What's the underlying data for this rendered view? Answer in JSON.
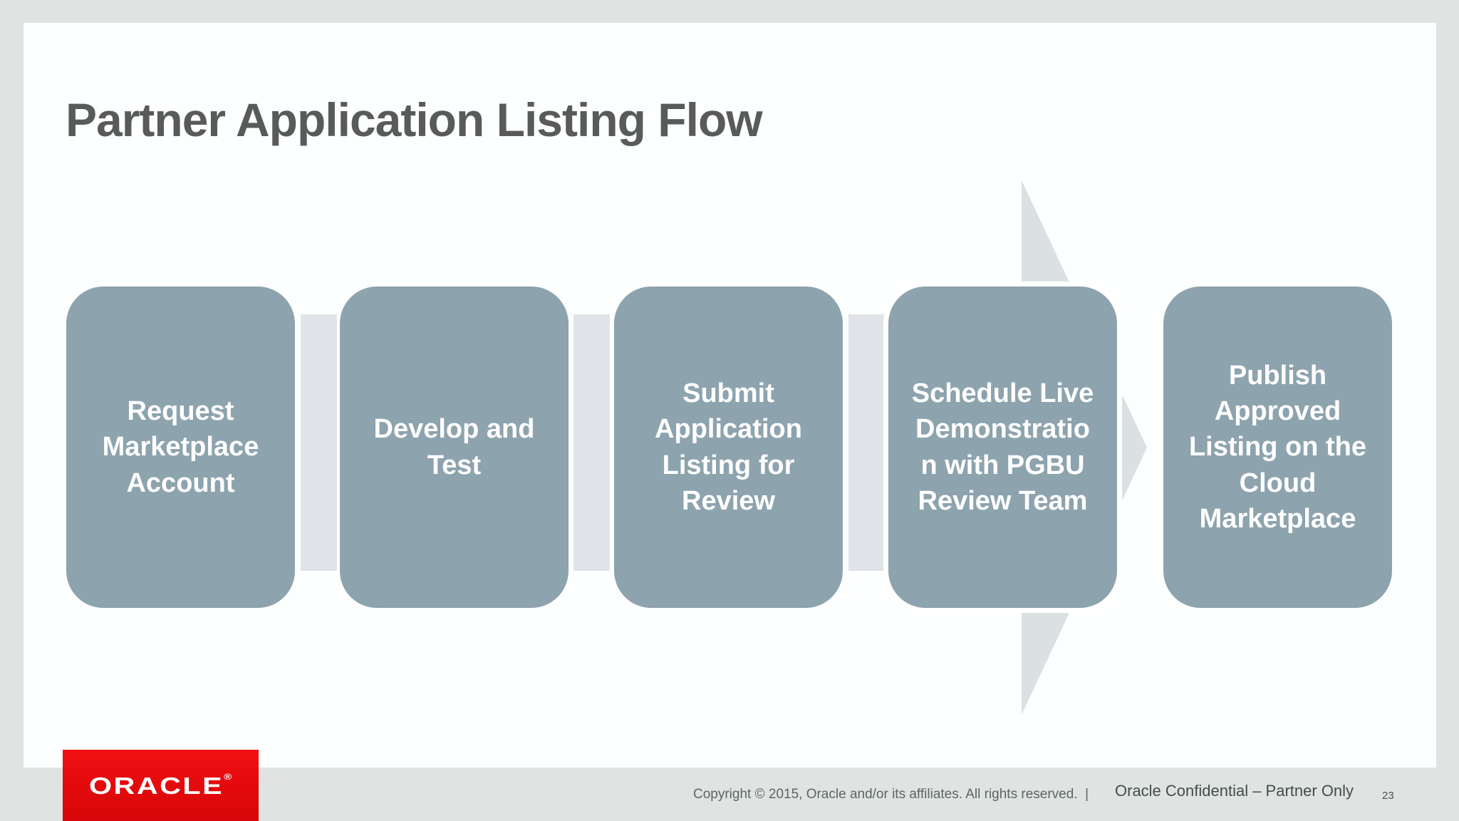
{
  "colors": {
    "page_background": "#dfe4e2",
    "slide_background": "#fdfffe",
    "box_fill": "#8da3ae",
    "box_text": "#ffffff",
    "connector_fill": "#e0e4e8",
    "arrow_fill": "#dbe1e3",
    "title_text": "#595a5c",
    "oracle_red": "#e20a0c",
    "footer_text": "#5d6466"
  },
  "slide": {
    "title": "Partner Application Listing Flow"
  },
  "process": {
    "steps": [
      {
        "label": "Request\nMarketplace\nAccount"
      },
      {
        "label": "Develop and\nTest"
      },
      {
        "label": "Submit\nApplication\nListing for\nReview"
      },
      {
        "label": "Schedule Live\nDemonstratio\nn with PGBU\nReview Team"
      },
      {
        "label": "Publish\nApproved\nListing on the\nCloud\nMarketplace"
      }
    ]
  },
  "footer": {
    "logo_text": "ORACLE",
    "logo_registered_mark": "®",
    "copyright": "Copyright © 2015, Oracle and/or its affiliates. All rights reserved.  |",
    "confidentiality": "Oracle Confidential – Partner Only",
    "page_number": "23"
  }
}
